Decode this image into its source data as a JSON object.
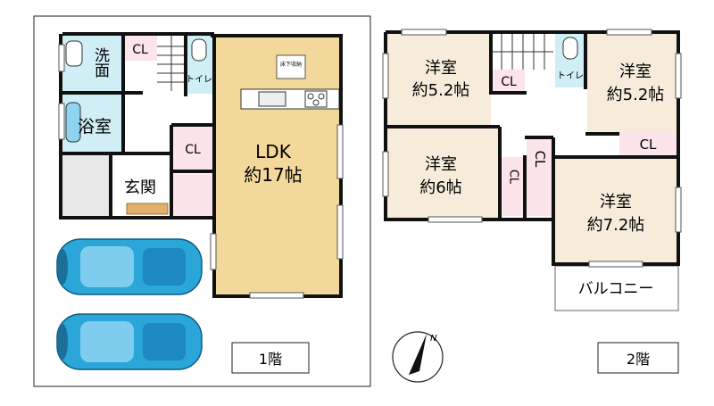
{
  "floor1": {
    "rooms": {
      "wash": "洗面",
      "cl_wash": "CL",
      "toilet": "トイレ",
      "bath": "浴室",
      "cl_hall": "CL",
      "entrance": "玄関",
      "ldk_name": "LDK",
      "ldk_size": "約17帖",
      "underfloor_storage": "床下収納"
    },
    "label": "1階"
  },
  "floor2": {
    "rooms": {
      "western_nw_name": "洋室",
      "western_nw_size": "約5.2帖",
      "cl_stair": "CL",
      "toilet": "トイレ",
      "western_ne_name": "洋室",
      "western_ne_size": "約5.2帖",
      "cl_ne": "CL",
      "western_sw_name": "洋室",
      "western_sw_size": "約6帖",
      "cl_sw": "CL",
      "cl_center": "CL",
      "western_se_name": "洋室",
      "western_se_size": "約7.2帖",
      "balcony": "バルコニー"
    },
    "label": "2階"
  },
  "compass": {
    "north": "N"
  },
  "colors": {
    "wall": "#111111",
    "room_beige": "#f6ecd9",
    "ldk": "#f2d89a",
    "wet_blue": "#cfeef5",
    "closet_pink": "#fbe4ea",
    "car": "#2aa6d9"
  }
}
